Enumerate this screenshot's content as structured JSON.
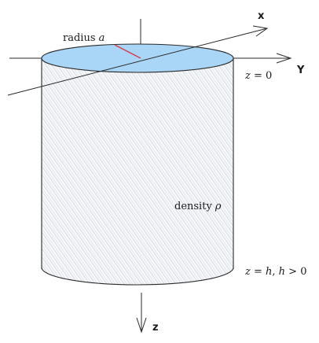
{
  "labels": {
    "radius_prefix": "radius ",
    "radius_symbol": "a",
    "density_prefix": "density ",
    "density_symbol": "ρ",
    "top_plane_lhs": "z",
    "top_plane_rhs": " = 0",
    "bottom_plane_lhs": "z",
    "bottom_plane_mid": " = ",
    "bottom_plane_h1": "h",
    "bottom_plane_comma": ", ",
    "bottom_plane_h2": "h",
    "bottom_plane_rhs": " > 0",
    "axis_x": "x",
    "axis_y": "Y",
    "axis_z": "z"
  },
  "colors": {
    "top_face": "#a9d6f6",
    "radius_line": "#d83a4a",
    "hatching": "#c8ccd6",
    "outline": "#2a2a2a"
  }
}
